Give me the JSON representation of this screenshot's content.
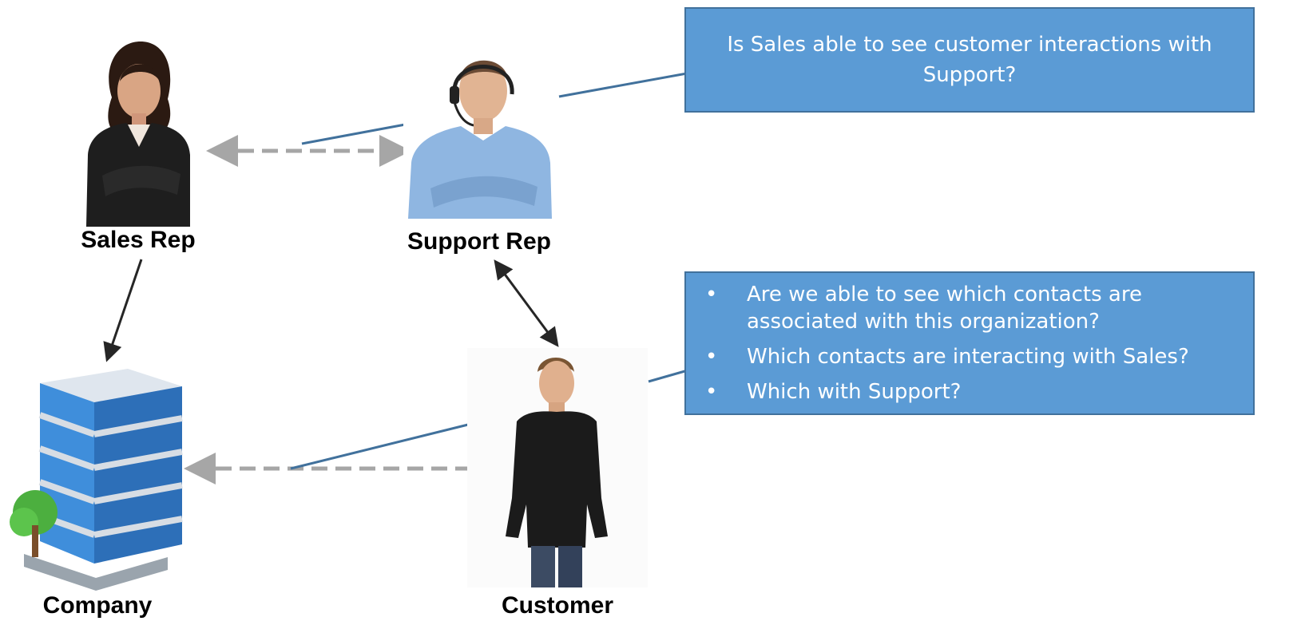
{
  "nodes": {
    "sales_rep": {
      "label": "Sales Rep"
    },
    "support_rep": {
      "label": "Support Rep"
    },
    "company": {
      "label": "Company"
    },
    "customer": {
      "label": "Customer"
    }
  },
  "callouts": {
    "support_visibility": {
      "text": "Is Sales able to see customer interactions with Support?"
    },
    "contacts_questions": {
      "items": [
        "Are we able to see which contacts are associated with this organization?",
        "Which contacts are interacting with Sales?",
        "Which with Support?"
      ]
    }
  },
  "colors": {
    "callout_fill": "#5b9bd5",
    "callout_border": "#41719c",
    "pointer_line": "#41719c",
    "dashed_arrow": "#a6a6a6",
    "solid_arrow": "#262626"
  }
}
